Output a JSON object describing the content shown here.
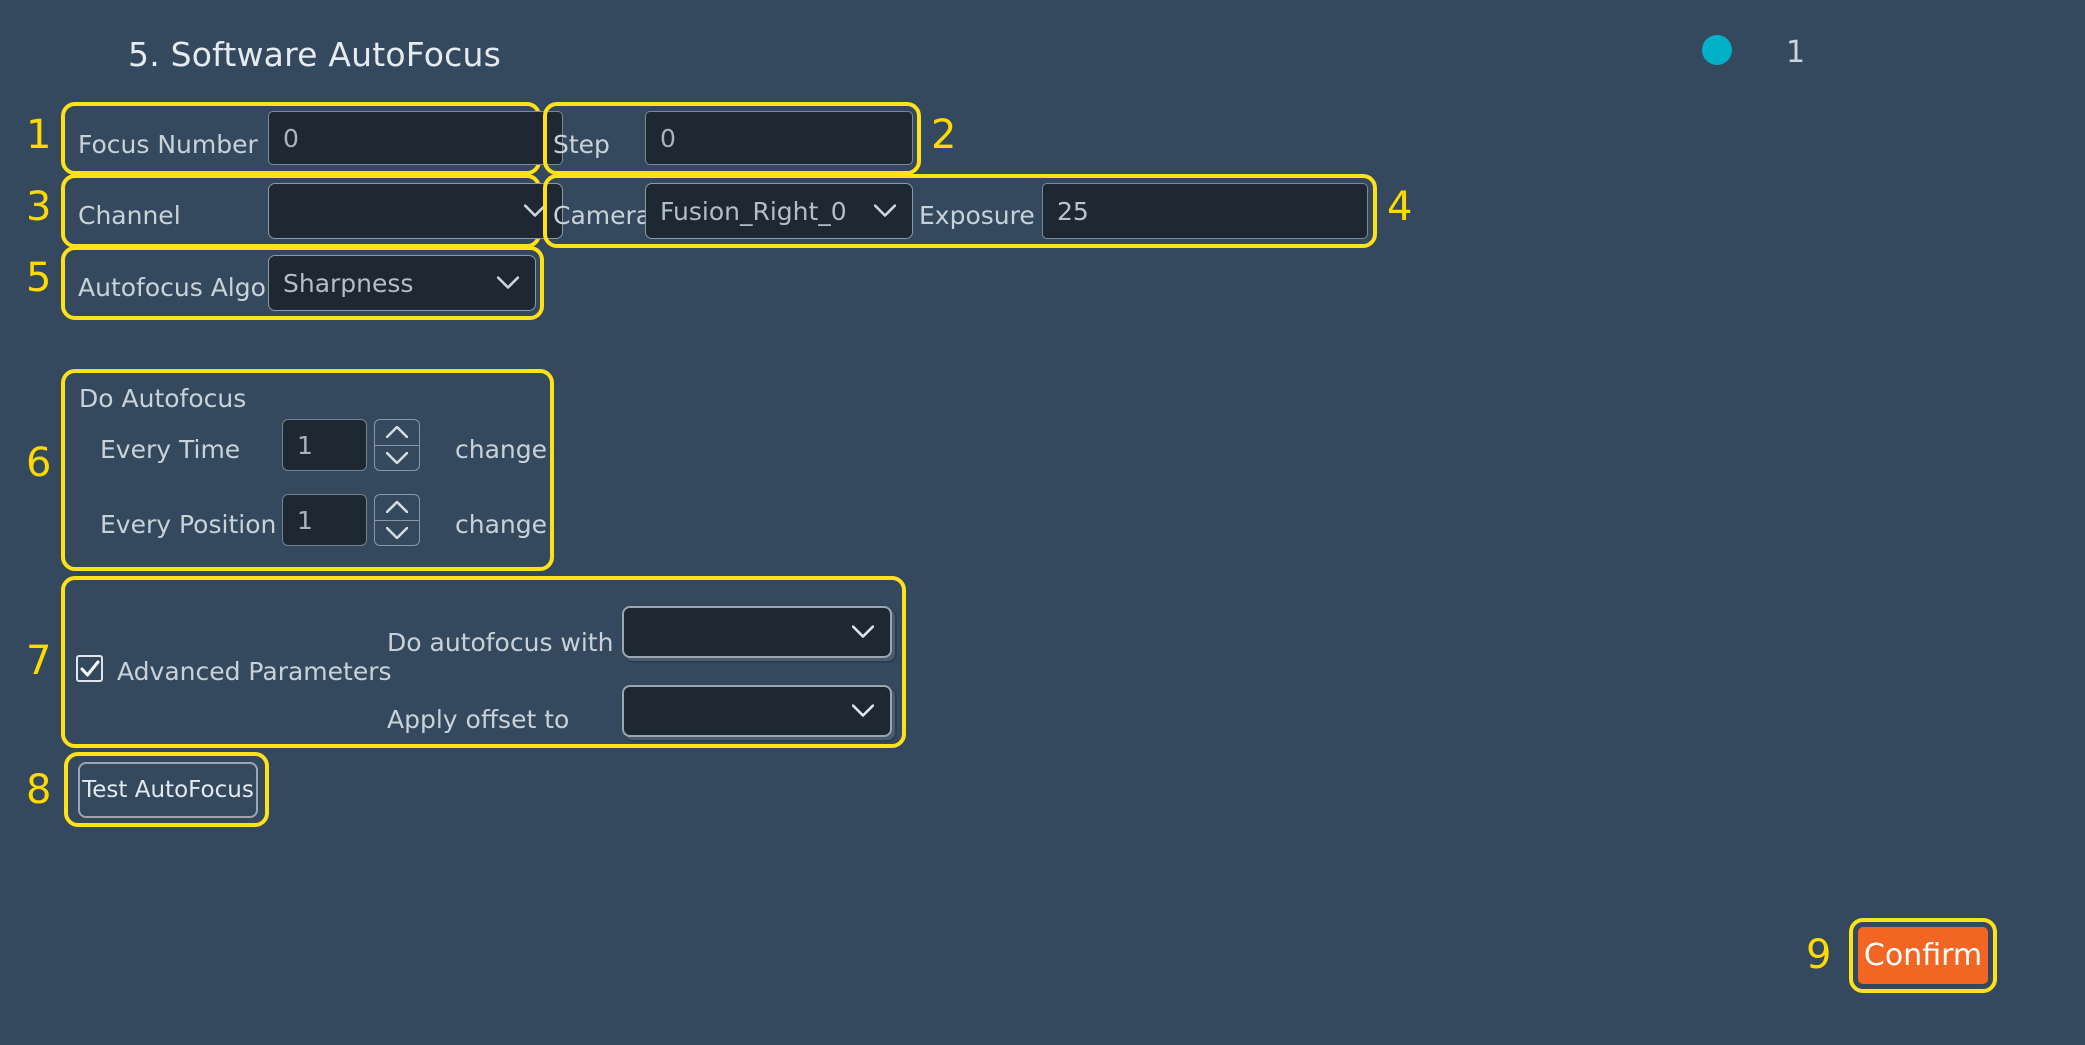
{
  "page": {
    "title": "5.  Software AutoFocus",
    "background_color": "#34495E",
    "accent_color": "#F26522",
    "highlight_color": "#FFE11A",
    "status_dot_color": "#00B0C8"
  },
  "status": {
    "dot": "status-dot-icon",
    "count": "1"
  },
  "fields": {
    "focus_number": {
      "label": "Focus Number",
      "value": "0",
      "marker": "1"
    },
    "step": {
      "label": "Step",
      "value": "0",
      "marker": "2"
    },
    "channel": {
      "label": "Channel",
      "value": "",
      "marker": "3"
    },
    "camera": {
      "label": "Camera",
      "value": "Fusion_Right_0"
    },
    "exposure": {
      "label": "Exposure",
      "value": "25",
      "marker": "4"
    },
    "autofocus_algo": {
      "label": "Autofocus Algo",
      "value": "Sharpness",
      "marker": "5"
    }
  },
  "do_autofocus": {
    "marker": "6",
    "title": "Do Autofocus",
    "rows": [
      {
        "label": "Every Time",
        "value": "1",
        "suffix": "change"
      },
      {
        "label": "Every Position",
        "value": "1",
        "suffix": "change"
      }
    ]
  },
  "advanced": {
    "marker": "7",
    "checkbox_label": "Advanced Parameters",
    "checked": true,
    "rows": [
      {
        "label": "Do autofocus with",
        "value": ""
      },
      {
        "label": "Apply offset to",
        "value": ""
      }
    ]
  },
  "test_button": {
    "marker": "8",
    "label": "Test AutoFocus"
  },
  "confirm_button": {
    "marker": "9",
    "label": "Confirm"
  }
}
